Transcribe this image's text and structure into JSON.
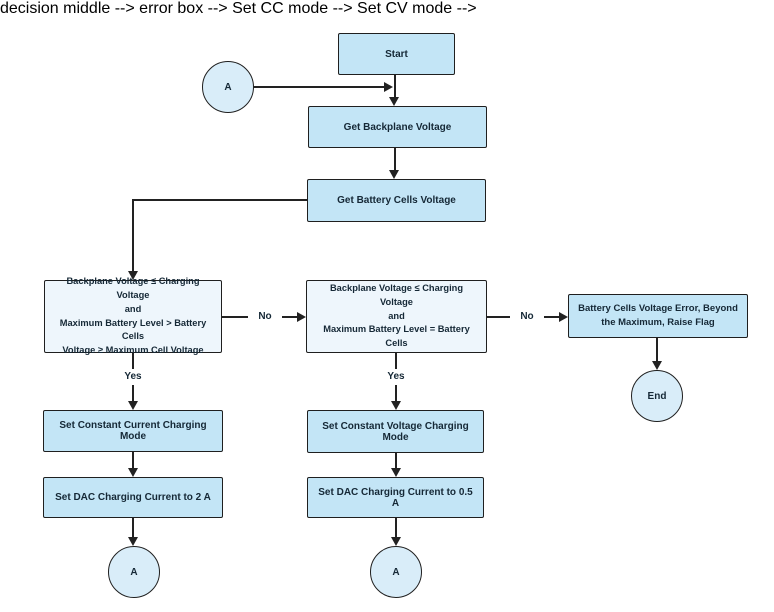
{
  "colors": {
    "process-fill": "#c3e5f6",
    "decision-fill": "#eef6fc",
    "terminal-fill": "#d9edf9",
    "border": "#1f1f1f",
    "text": "#152836",
    "line": "#222222",
    "canvas-bg": "#ffffff"
  },
  "diagram": {
    "type": "flowchart",
    "nodes": {
      "start": "Start",
      "connector_top": "A",
      "get_backplane": "Get Backplane Voltage",
      "get_battery": "Get Battery Cells Voltage",
      "decision_current": "Backplane Voltage ≤ Charging Voltage\nand\nMaximum Battery Level > Battery Cells\nVoltage ≥ Maximum Cell Voltage",
      "decision_voltage": "Backplane Voltage ≤ Charging Voltage\nand\nMaximum Battery Level = Battery Cells",
      "error": "Battery Cells Voltage Error, Beyond the Maximum, Raise Flag",
      "set_cc_mode": "Set Constant Current Charging Mode",
      "set_dac_2a": "Set DAC Charging Current to 2 A",
      "set_cv_mode": "Set Constant Voltage Charging Mode",
      "set_dac_05a": "Set DAC Charging Current to 0.5 A",
      "end": "End",
      "connector_bottom_left": "A",
      "connector_bottom_middle": "A"
    },
    "edge_labels": {
      "no_1": "No",
      "no_2": "No",
      "yes_1": "Yes",
      "yes_2": "Yes"
    }
  }
}
